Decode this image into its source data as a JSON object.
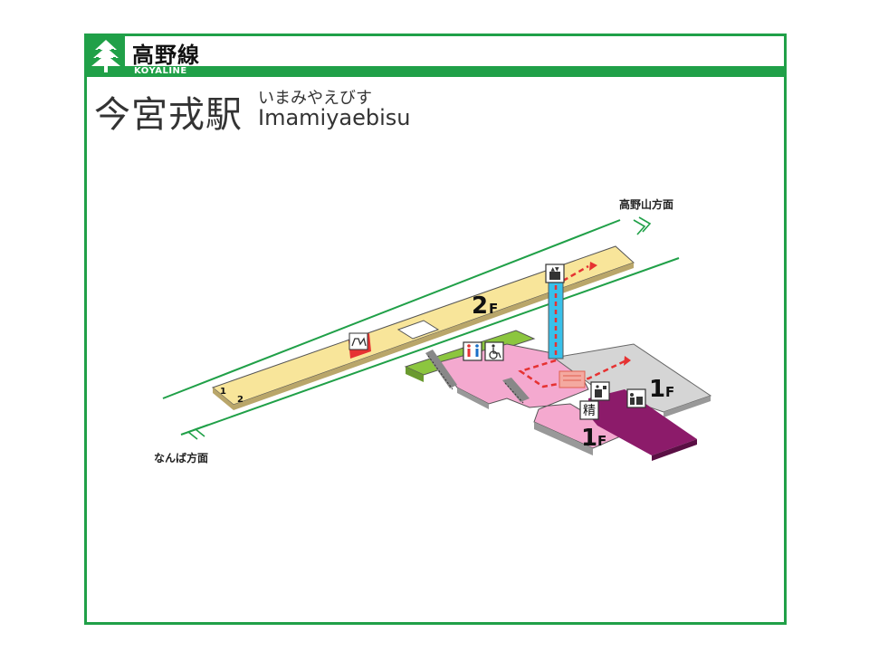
{
  "header": {
    "line_name": "高野線",
    "line_name_en": "KOYALINE",
    "station_name_jp": "今宮戎駅",
    "station_name_kana": "いまみやえびす",
    "station_name_en": "Imamiyaebisu"
  },
  "map": {
    "direction_up": "高野山方面",
    "direction_down": "なんば方面",
    "floor_2f": "2",
    "floor_2f_suffix": "F",
    "floor_1f_pink": "1",
    "floor_1f_pink_suffix": "F",
    "floor_1f_gray": "1",
    "floor_1f_gray_suffix": "F",
    "track_1": "1",
    "track_2": "2",
    "adjust_fare_label": "精"
  },
  "colors": {
    "line_green": "#20a048",
    "platform_yellow": "#f8e59a",
    "concourse_pink": "#f4a9cf",
    "exit_purple": "#8c1b6a",
    "area_gray": "#cfcfcf",
    "lawn_green": "#8cc63f",
    "elevator_blue": "#38c0ea",
    "route_red": "#e63232"
  }
}
